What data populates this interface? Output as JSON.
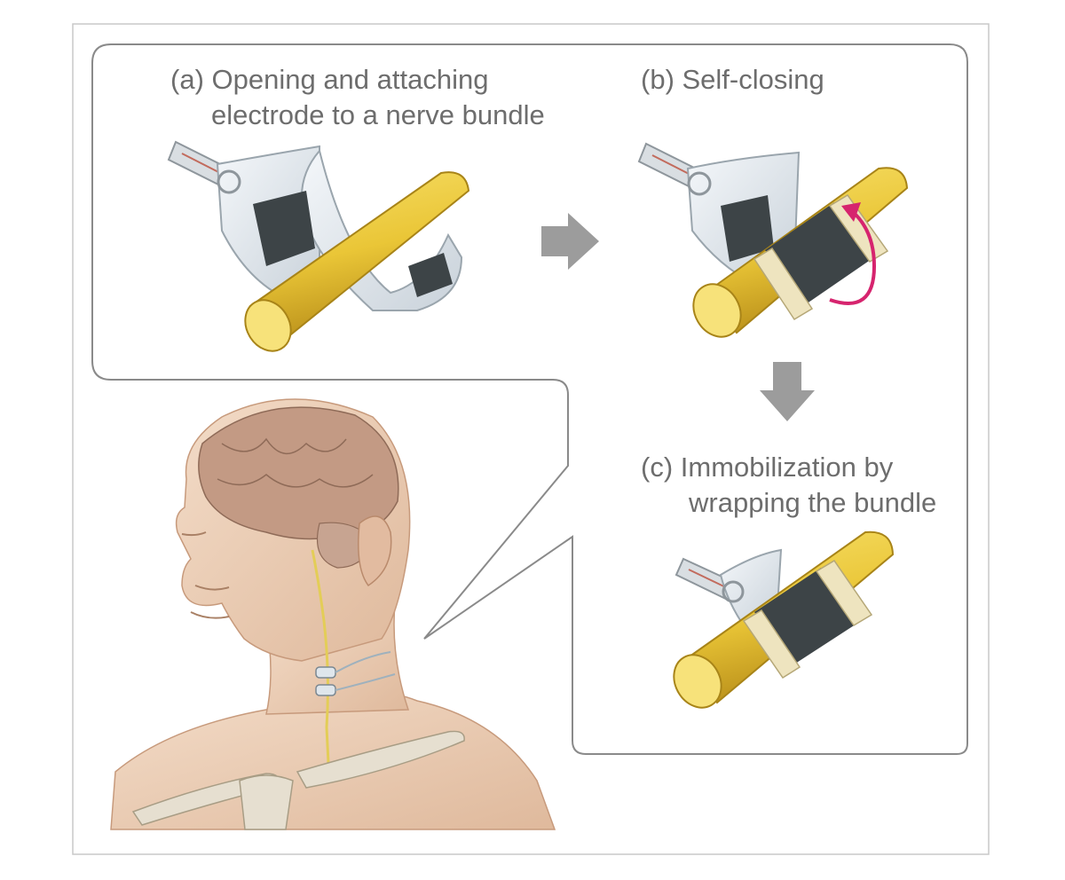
{
  "steps": {
    "a": {
      "line1": "(a) Opening and attaching",
      "line2": "electrode to a nerve bundle"
    },
    "b": {
      "line1": "(b) Self-closing"
    },
    "c": {
      "line1": "(c) Immobilization by",
      "line2": "wrapping the bundle"
    }
  },
  "colors": {
    "nerve": "#f0cf3e",
    "nerve_end": "#f7e27a",
    "electrode_dark": "#3d4447",
    "film": "#dfe6ec",
    "arrow_gray": "#9c9c9c",
    "arrow_magenta": "#d6246e",
    "skin": "#eccbb3",
    "brain": "#c39a84",
    "bone": "#e6dfd0",
    "panel_border": "#8a8a8a"
  }
}
